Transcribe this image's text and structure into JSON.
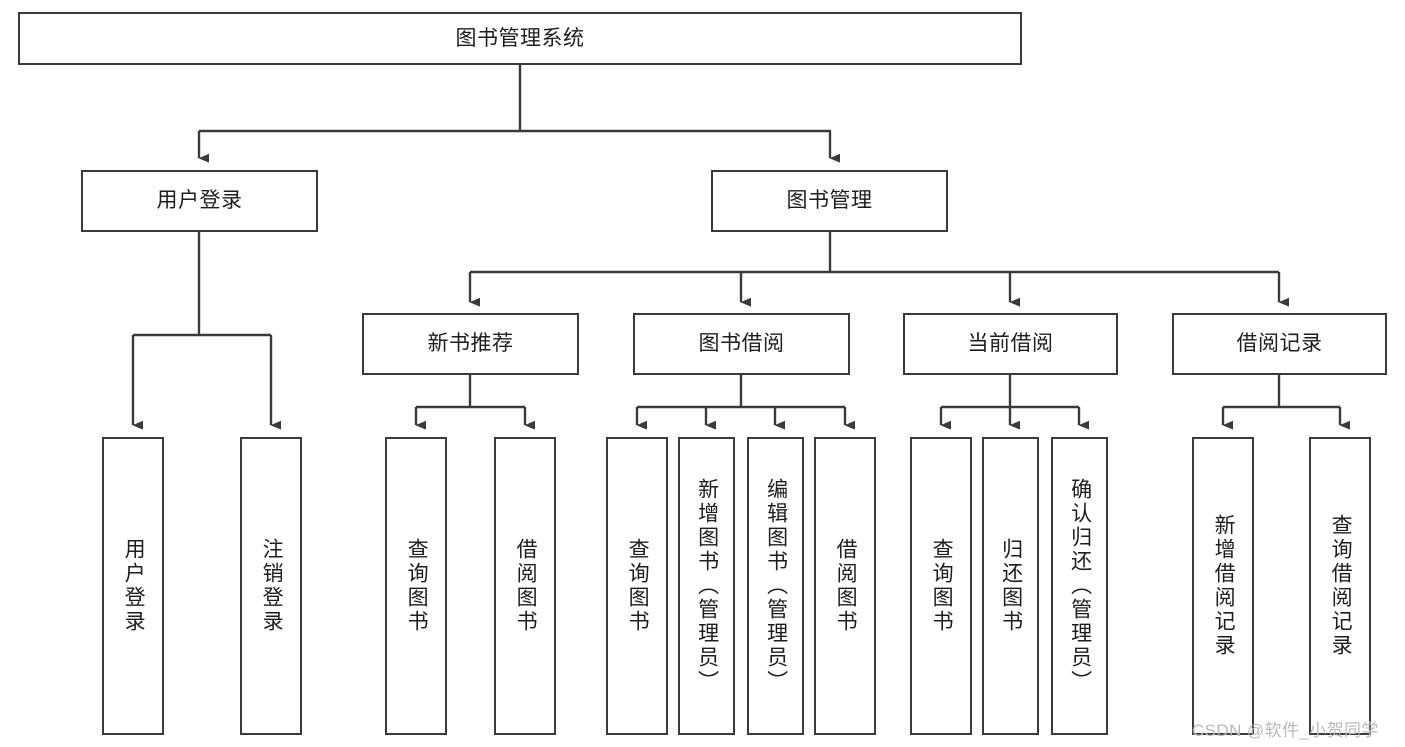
{
  "diagram": {
    "title": "图书管理系统",
    "type": "tree-hierarchy",
    "stroke_color": "#3a3a3a",
    "text_color": "#1d1d1d",
    "background_color": "#ffffff",
    "levels": {
      "root": {
        "label": "图书管理系统"
      },
      "level2": [
        {
          "label": "用户登录"
        },
        {
          "label": "图书管理"
        }
      ],
      "level3": [
        {
          "label": "新书推荐"
        },
        {
          "label": "图书借阅"
        },
        {
          "label": "当前借阅"
        },
        {
          "label": "借阅记录"
        }
      ],
      "leaves": [
        {
          "label": "用户登录",
          "parent": "用户登录"
        },
        {
          "label": "注销登录",
          "parent": "用户登录"
        },
        {
          "label": "查询图书",
          "parent": "新书推荐"
        },
        {
          "label": "借阅图书",
          "parent": "新书推荐"
        },
        {
          "label": "查询图书",
          "parent": "图书借阅"
        },
        {
          "label": "新增图书（管理员）",
          "parent": "图书借阅"
        },
        {
          "label": "编辑图书（管理员）",
          "parent": "图书借阅"
        },
        {
          "label": "借阅图书",
          "parent": "图书借阅"
        },
        {
          "label": "查询图书",
          "parent": "当前借阅"
        },
        {
          "label": "归还图书",
          "parent": "当前借阅"
        },
        {
          "label": "确认归还（管理员）",
          "parent": "当前借阅"
        },
        {
          "label": "新增借阅记录",
          "parent": "借阅记录"
        },
        {
          "label": "查询借阅记录",
          "parent": "借阅记录"
        }
      ]
    }
  },
  "watermark": {
    "text": "CSDN @软件_小贺同学"
  }
}
